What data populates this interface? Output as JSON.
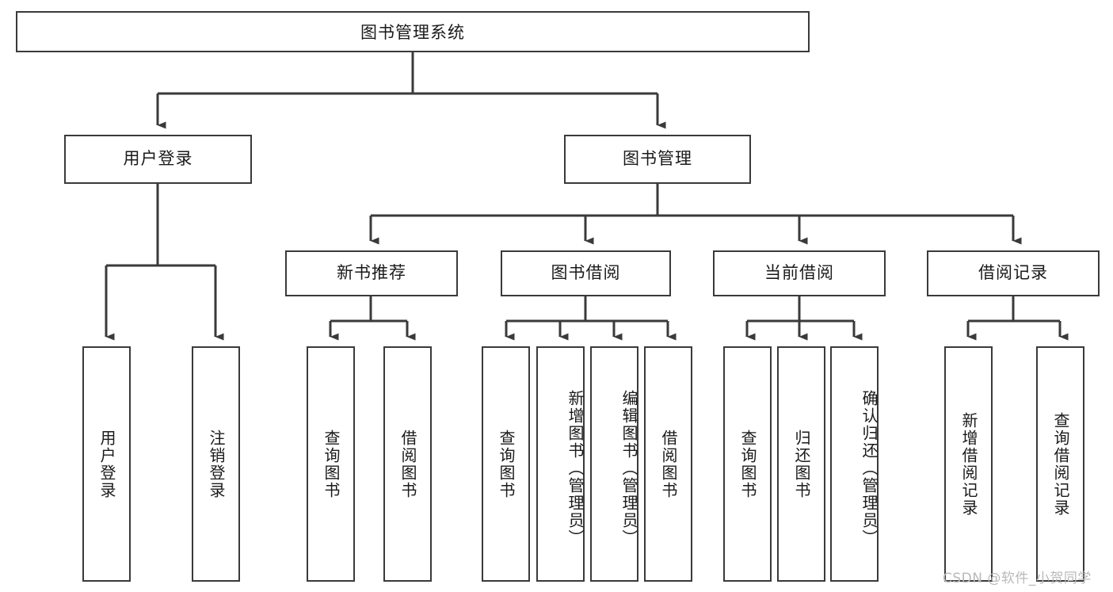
{
  "diagram": {
    "title": "图书管理系统",
    "type": "hierarchy-tree",
    "watermark": "CSDN @软件_小贺同学",
    "colors": {
      "stroke": "#3a3a3a",
      "fill": "#ffffff",
      "text": "#1a1a1a",
      "watermark": "#b9b9b9"
    },
    "nodes": {
      "root": {
        "label": "图书管理系统"
      },
      "level2": [
        {
          "label": "用户登录"
        },
        {
          "label": "图书管理"
        }
      ],
      "level3": [
        {
          "label": "新书推荐"
        },
        {
          "label": "图书借阅"
        },
        {
          "label": "当前借阅"
        },
        {
          "label": "借阅记录"
        }
      ],
      "leaves_user_login": [
        {
          "label": "用户登录"
        },
        {
          "label": "注销登录"
        }
      ],
      "leaves_new_book": [
        {
          "label": "查询图书"
        },
        {
          "label": "借阅图书"
        }
      ],
      "leaves_borrow": [
        {
          "label": "查询图书"
        },
        {
          "label": "新增图书（管理员）"
        },
        {
          "label": "编辑图书（管理员）"
        },
        {
          "label": "借阅图书"
        }
      ],
      "leaves_current": [
        {
          "label": "查询图书"
        },
        {
          "label": "归还图书"
        },
        {
          "label": "确认归还（管理员）"
        }
      ],
      "leaves_record": [
        {
          "label": "新增借阅记录"
        },
        {
          "label": "查询借阅记录"
        }
      ]
    }
  }
}
